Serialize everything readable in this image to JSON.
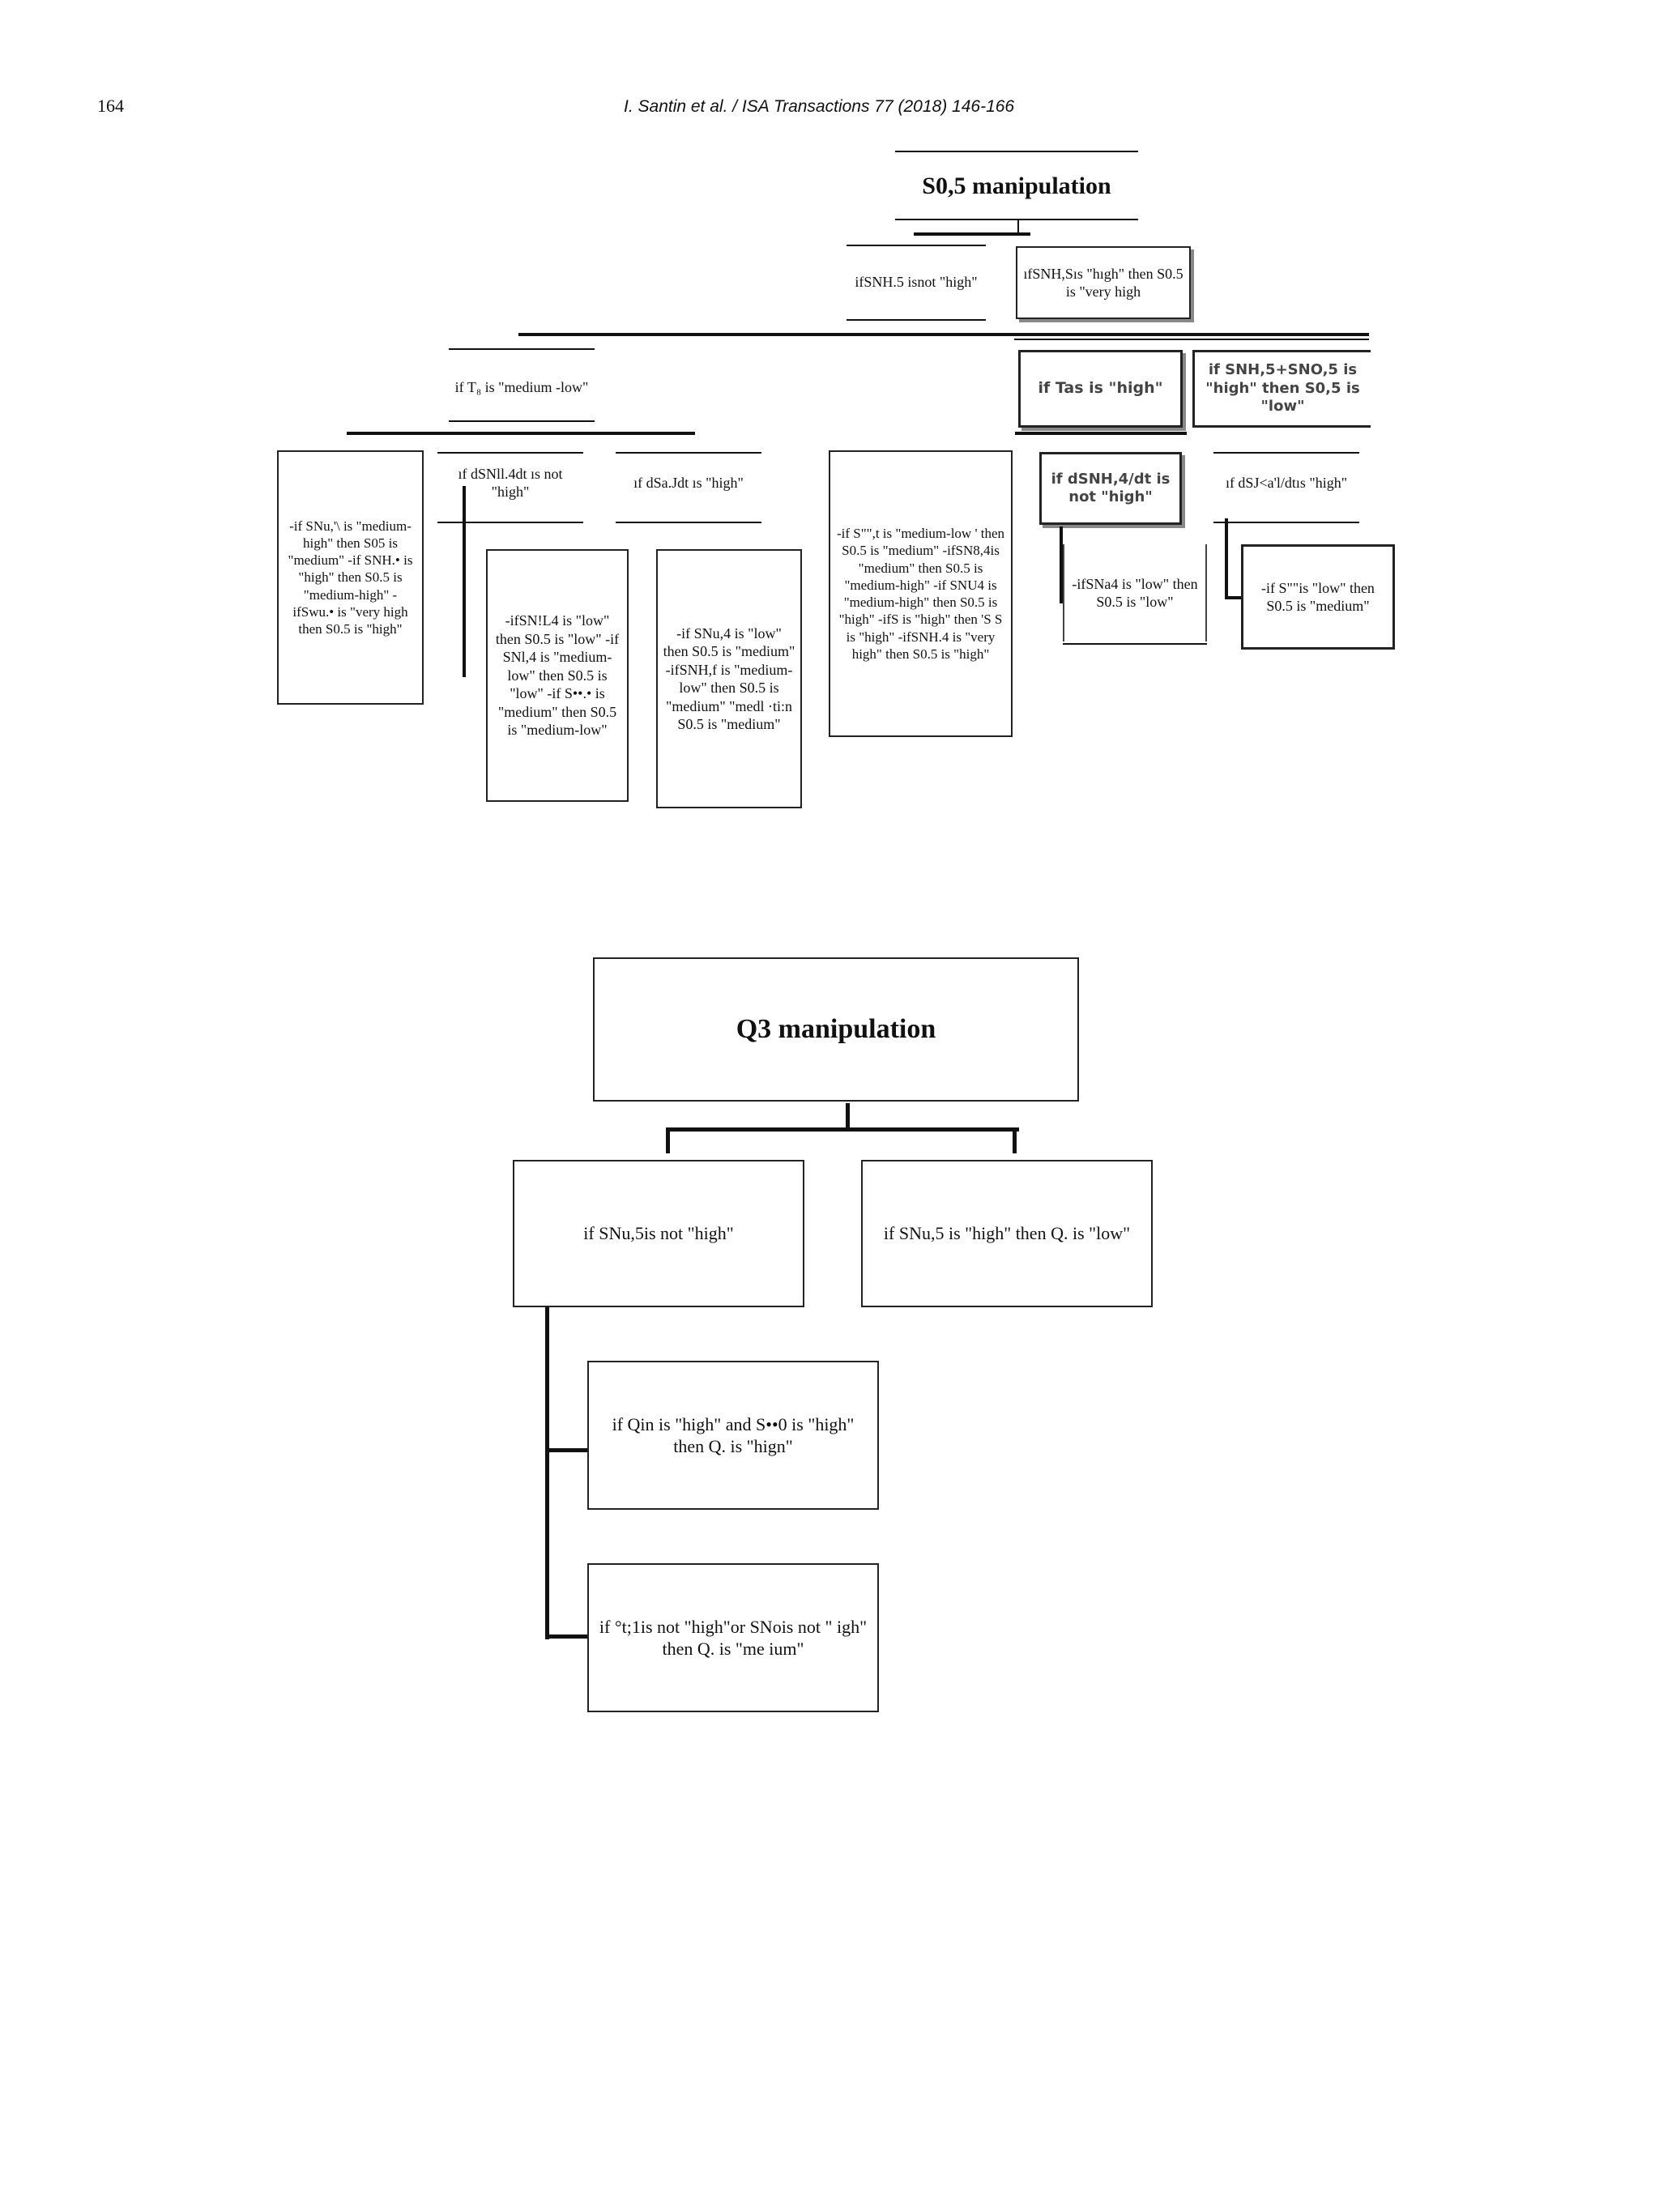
{
  "header": {
    "page_number": "164",
    "citation": "I. Santin et al. / ISA Transactions 77 (2018) 146-166"
  },
  "tree1": {
    "root": "S0,5 manipulation",
    "n_a": "ifSNH.5 isnot \"high\"",
    "n_b": "ıfSNH,Sıs \"hıgh\" then S0.5 is \"very high",
    "n_c": "if T₈ is \"medium -low\"",
    "n_d": "if Tas is \"high\"",
    "n_e": "if SNH,5+SNO,5 is \"high\" then S0,5 is \"low\"",
    "n_f": "-if SNu,'\\ is \"medium-high\" then S05 is \"medium\" -if SNH.• is \"high\" then S0.5 is \"medium-high\" -ifSwu.• is \"very high then S0.5 is \"high\"",
    "n_g": "ıf dSNll.4dt ıs not \"high\"",
    "n_h": "ıf dSa.Jdt ıs \"high\"",
    "n_i": "-if S\"\",t is \"medium-low ' then S0.5 is \"medium\" -ifSN8,4is \"medium\" then S0.5 is \"medium-high\" -if SNU4 is \"medium-high\" then S0.5 is \"high\" -ifS is \"high\" then 'S S is \"high\" -ifSNH.4 is \"very high\" then S0.5 is \"high\"",
    "n_j": "if dSNH,4/dt is not \"high\"",
    "n_k": "ıf dSJ<a'l/dtıs \"high\"",
    "n_l": "-ifSN!L4 is \"low\" then S0.5 is \"low\" -if SNl,4 is \"medium-low\" then S0.5 is \"low\" -if S••.• is \"medium\" then S0.5 is \"medium-low\"",
    "n_m": "-if SNu,4 is \"low\" then S0.5 is \"medium\" -ifSNH,f is \"medium-low\" then S0.5 is \"medium\" \"medl ·ti:n S0.5 is \"medium\"",
    "n_n": "-ifSNa4 is \"low\" then S0.5 is \"low\"",
    "n_o": "-if S\"\"is \"low\" then S0.5 is \"medium\""
  },
  "tree2": {
    "root": "Q3 manipulation",
    "left": "if SNu,5is not \"high\"",
    "right": "if SNu,5 is \"high\" then Q. is \"low\"",
    "child1": "if Qin is \"high\" and S••0 is \"high\" then Q. is \"hign\"",
    "child2": "if °t;1is not \"high\"or SNois not \" igh\" then Q. is \"me ium\""
  }
}
